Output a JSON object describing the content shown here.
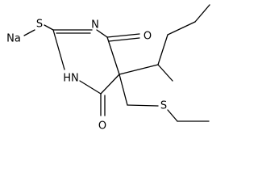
{
  "molecule": {
    "atom_labels": {
      "sodium": "Na",
      "thiol_sulfur": "S",
      "ring_nitrogen_top": "N",
      "ring_nitrogen_bottom": "HN",
      "carbonyl_oxygen_top": "O",
      "carbonyl_oxygen_bottom": "O",
      "thioether_sulfur": "S"
    },
    "colors": {
      "bond": "#000000",
      "label": "#000000",
      "background": "#ffffff"
    }
  }
}
